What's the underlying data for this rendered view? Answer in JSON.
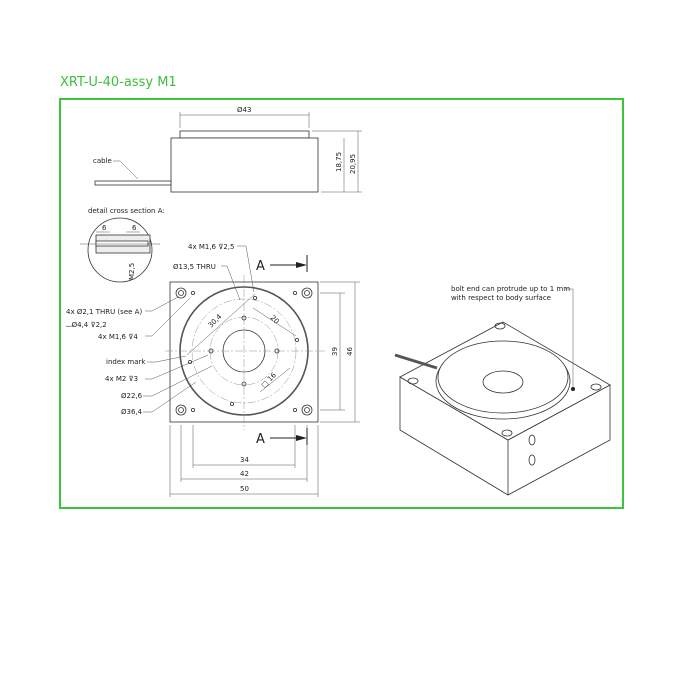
{
  "title": "XRT-U-40-assy M1",
  "side_view": {
    "cable": "cable",
    "dia_top": "Ø43",
    "h1": "18,75",
    "h2": "20,95"
  },
  "detail": {
    "label": "detail cross section A:",
    "d1": "6",
    "d2": "6",
    "thread": "M2,5"
  },
  "top_view": {
    "callouts": [
      "4x  M1,6  ⊽2,5",
      "Ø13,5  THRU",
      "4x  Ø2,1  THRU (see A)",
      "⌴Ø4,4 ⊽2,2",
      "4x  M1,6  ⊽4",
      "index mark",
      "4x  M2  ⊽3",
      "Ø22,6",
      "Ø36,4"
    ],
    "section_mark": "A",
    "dims": {
      "d30": "30,4",
      "d20": "20",
      "sq16": "□ 16",
      "w34": "34",
      "w42": "42",
      "w50": "50",
      "h39": "39",
      "h46": "46"
    }
  },
  "iso_view": {
    "note_line1": "bolt end can protrude up to 1 mm",
    "note_line2": "with respect to body surface"
  }
}
